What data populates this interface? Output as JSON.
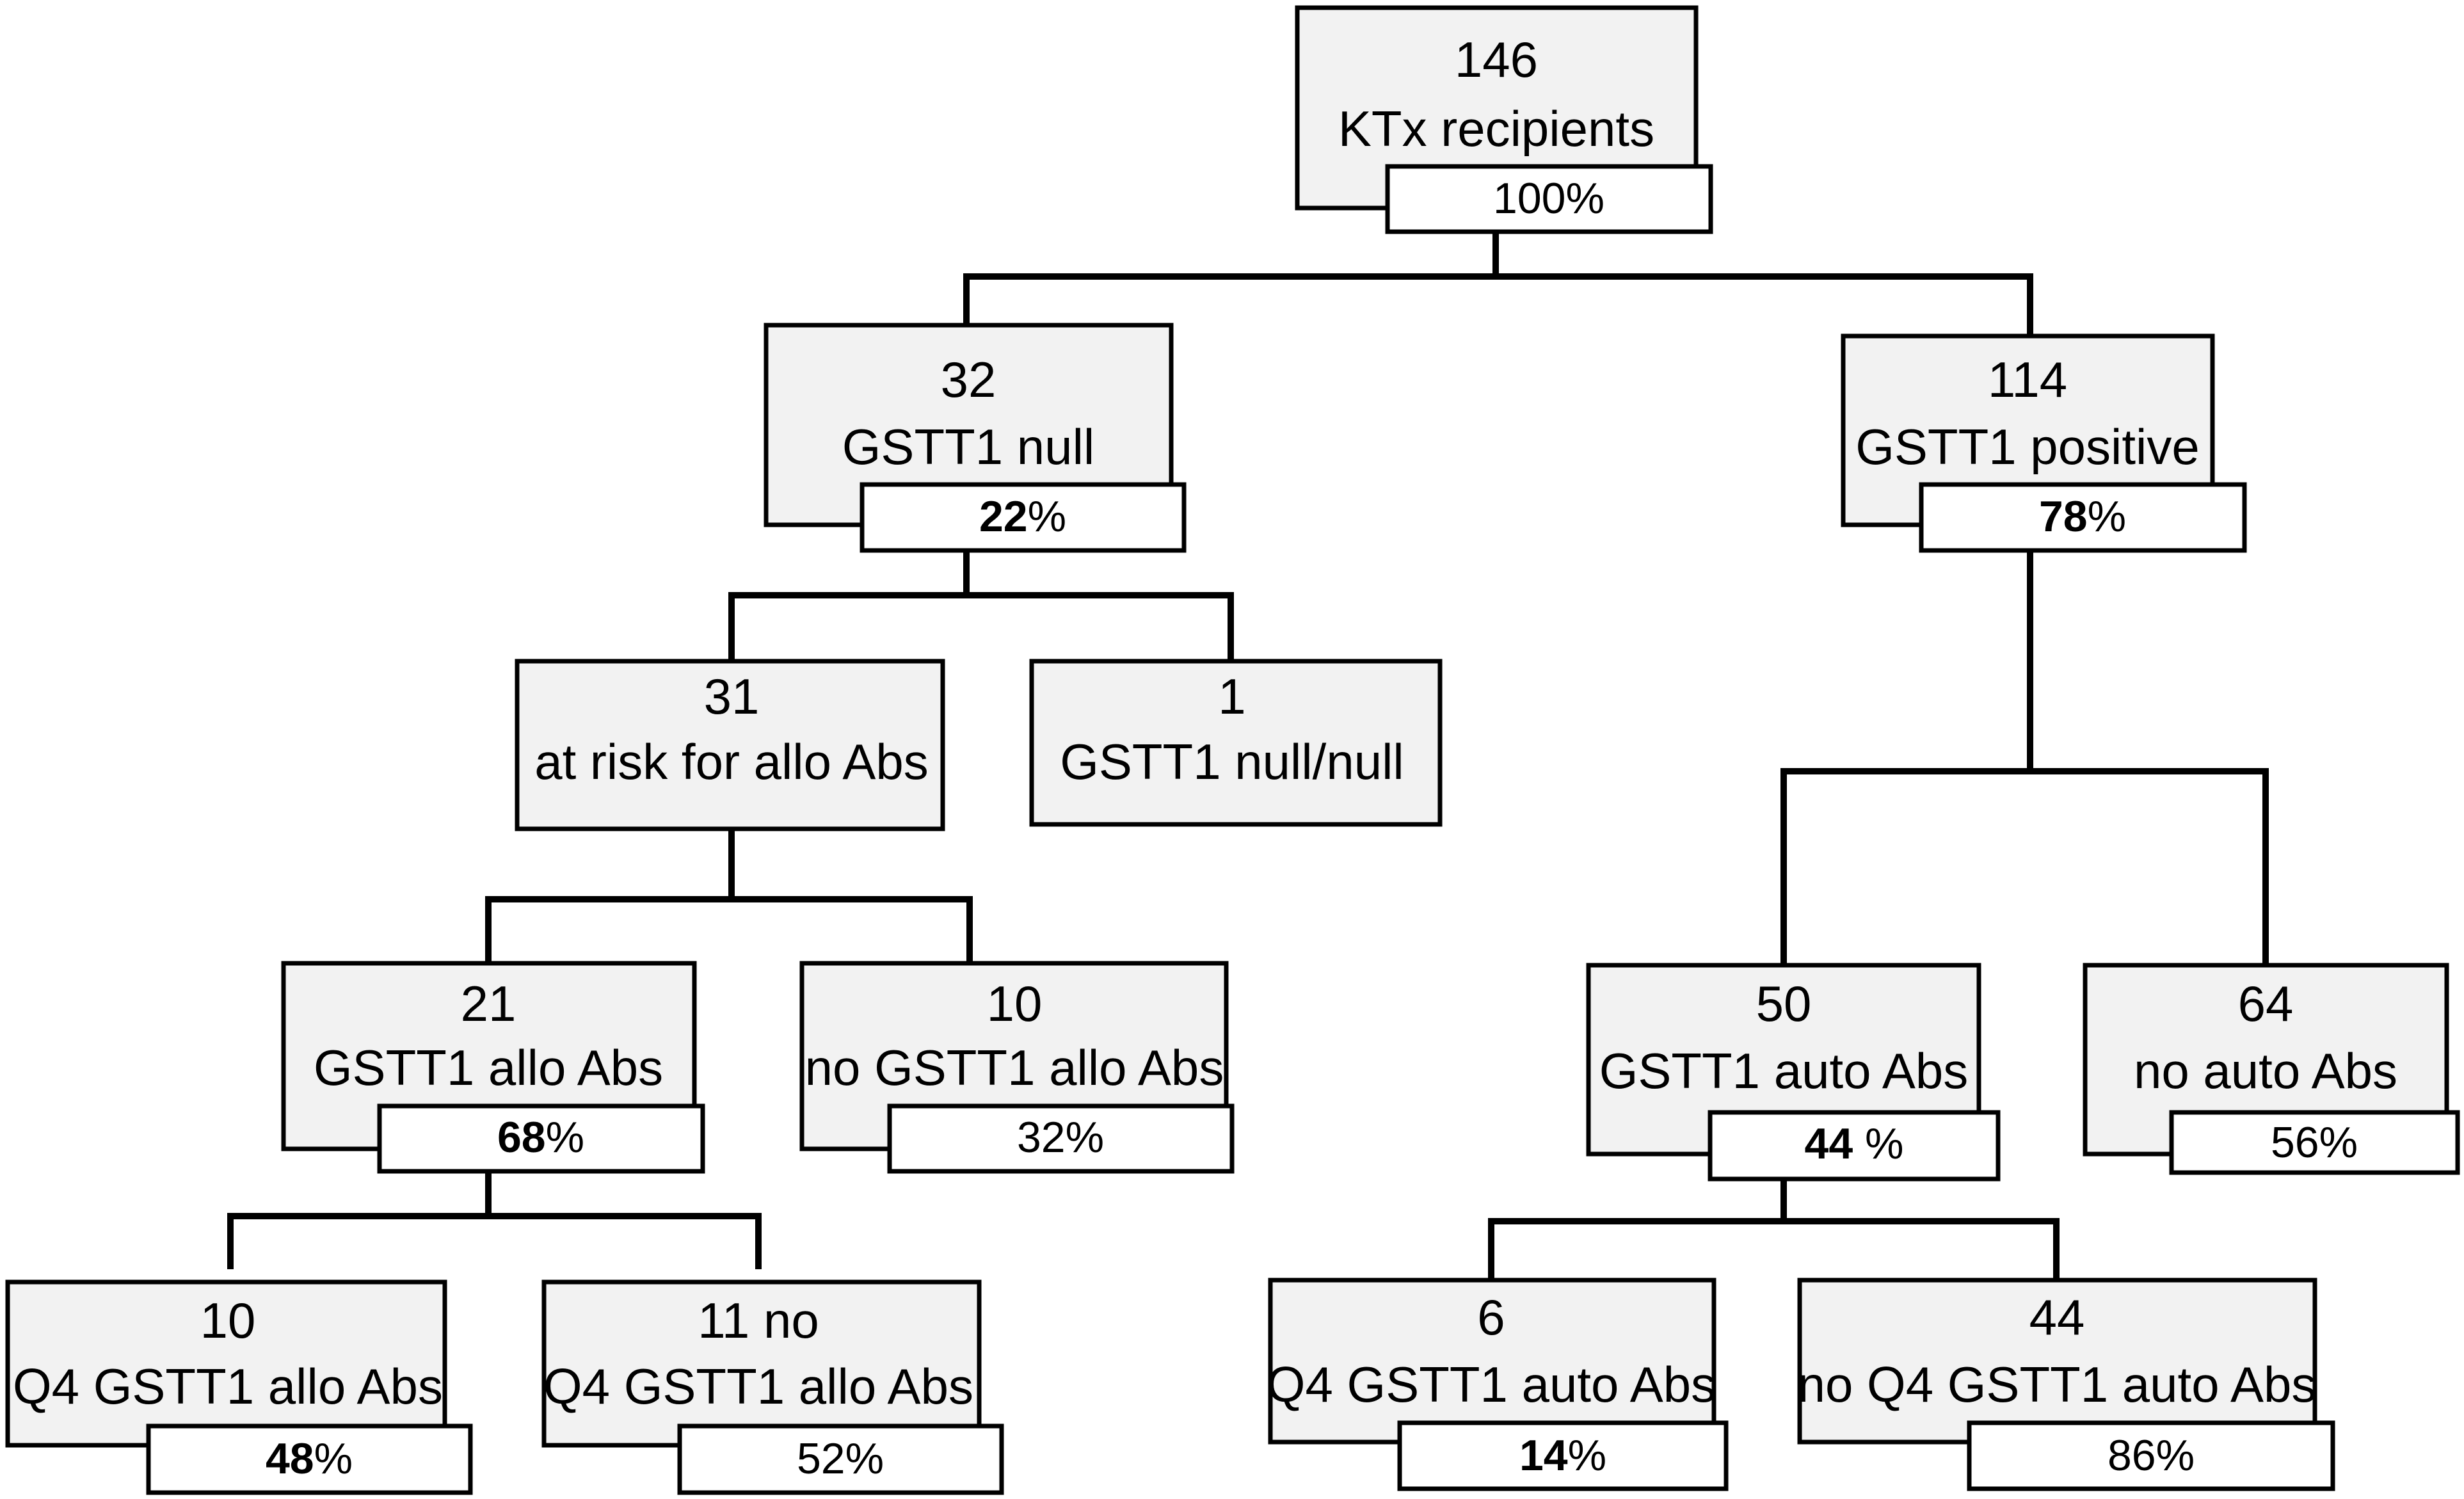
{
  "nodes": {
    "root": {
      "count": "146",
      "label": "KTx  recipients",
      "pct_num": "100",
      "pct_suffix": "%"
    },
    "null": {
      "count": "32",
      "label": "GSTT1 null",
      "pct_num": "22",
      "pct_suffix": "%"
    },
    "positive": {
      "count": "114",
      "label": "GSTT1 positive",
      "pct_num": "78",
      "pct_suffix": "%"
    },
    "at_risk": {
      "count": "31",
      "label": "at risk for allo Abs"
    },
    "null_null": {
      "count": "1",
      "label": "GSTT1 null/null"
    },
    "allo_abs": {
      "count": "21",
      "label": "GSTT1 allo Abs",
      "pct_num": "68",
      "pct_suffix": "%"
    },
    "no_allo_abs": {
      "count": "10",
      "label": "no GSTT1 allo Abs",
      "pct_num": "32",
      "pct_suffix": "%"
    },
    "auto_abs": {
      "count": "50",
      "label": "GSTT1 auto Abs",
      "pct_num": "44",
      "pct_suffix": " %"
    },
    "no_auto_abs": {
      "count": "64",
      "label": "no auto Abs",
      "pct_num": "56",
      "pct_suffix": "%"
    },
    "q4_allo": {
      "count": "10",
      "label": "Q4 GSTT1 allo Abs",
      "pct_num": "48",
      "pct_suffix": "%"
    },
    "no_q4_allo": {
      "count": "11 no",
      "label": "Q4 GSTT1 allo Abs",
      "pct_num": "52",
      "pct_suffix": "%"
    },
    "q4_auto": {
      "count": "6",
      "label": "Q4 GSTT1 auto Abs",
      "pct_num": "14",
      "pct_suffix": "%"
    },
    "no_q4_auto": {
      "count": "44",
      "label": "no Q4 GSTT1 auto Abs",
      "pct_num": "86",
      "pct_suffix": "%"
    }
  }
}
